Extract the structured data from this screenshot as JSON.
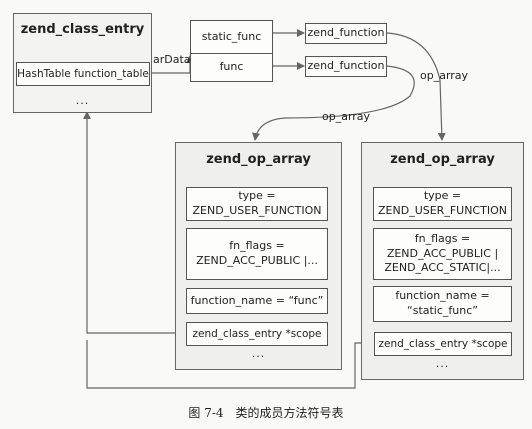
{
  "zce": {
    "title": "zend_class_entry",
    "function_table": "HashTable function_table",
    "more": "..."
  },
  "func_table": {
    "static_func": "static_func",
    "func": "func",
    "ardata_label": "arData"
  },
  "zend_function": {
    "label_1": "zend_function",
    "label_2": "zend_function"
  },
  "op_array_label_1": "op_array",
  "op_array_label_2": "op_array",
  "op_left": {
    "title": "zend_op_array",
    "type": "type =\nZEND_USER_FUNCTION",
    "fn_flags": "fn_flags =\nZEND_ACC_PUBLIC |...",
    "function_name": "function_name = “func”",
    "scope": "zend_class_entry *scope",
    "more": "..."
  },
  "op_right": {
    "title": "zend_op_array",
    "type": "type =\nZEND_USER_FUNCTION",
    "fn_flags": "fn_flags =\nZEND_ACC_PUBLIC |\nZEND_ACC_STATIC|...",
    "function_name": "function_name =\n“static_func”",
    "scope": "zend_class_entry *scope",
    "more": "..."
  },
  "caption": "图 7-4　类的成员方法符号表",
  "colors": {
    "line": "#666666",
    "panel": "#efefed",
    "box_border": "#555555"
  }
}
